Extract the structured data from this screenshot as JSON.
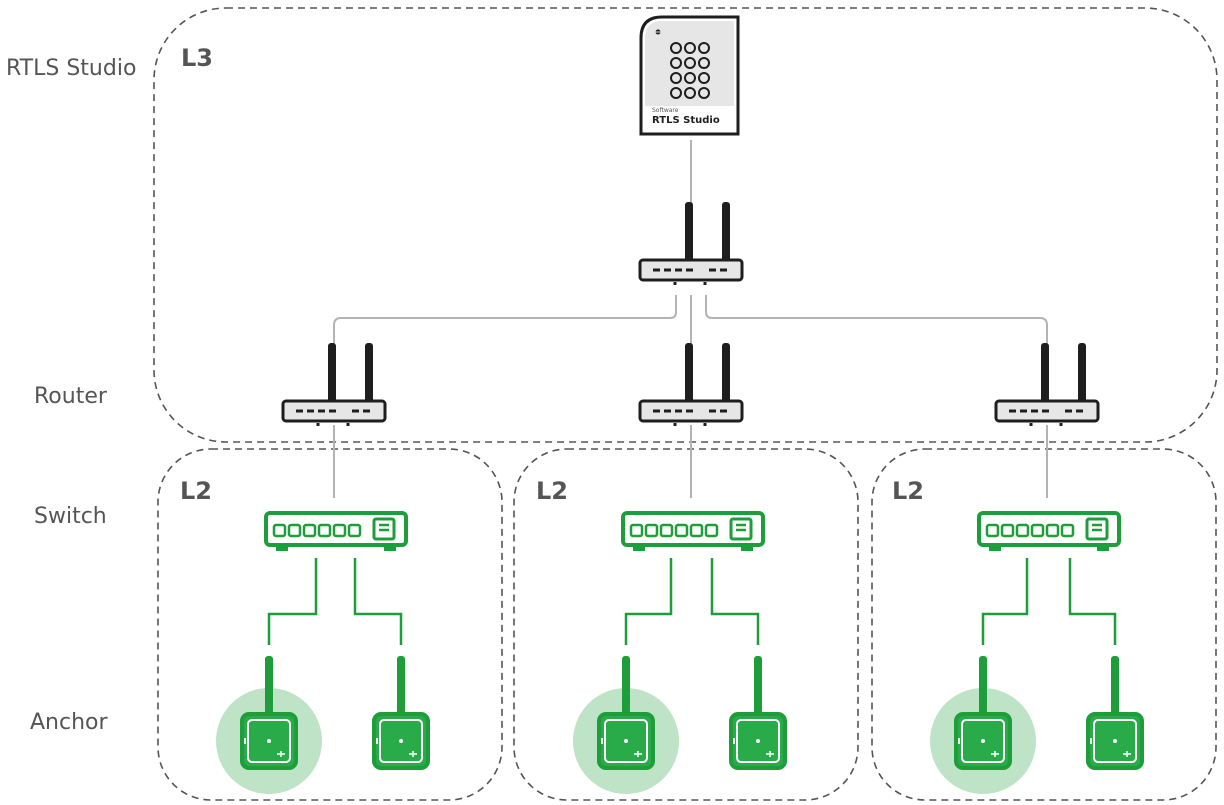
{
  "row_labels": {
    "studio": "RTLS Studio",
    "router": "Router",
    "switch": "Switch",
    "anchor": "Anchor"
  },
  "layers": {
    "l3": "L3",
    "l2": [
      "L2",
      "L2",
      "L2"
    ]
  },
  "software": {
    "caption": "Software",
    "name": "RTLS Studio"
  },
  "colors": {
    "outline": "#1e1e1e",
    "device_fill": "#e6e6e6",
    "line": "#b3b3b3",
    "dash": "#555555",
    "green": "#1e9e3a",
    "green_fill": "#2aab4a",
    "halo": "#bfe3c6",
    "label": "#555555"
  },
  "icons": [
    "software-box-icon",
    "router-icon",
    "switch-icon",
    "anchor-icon"
  ]
}
